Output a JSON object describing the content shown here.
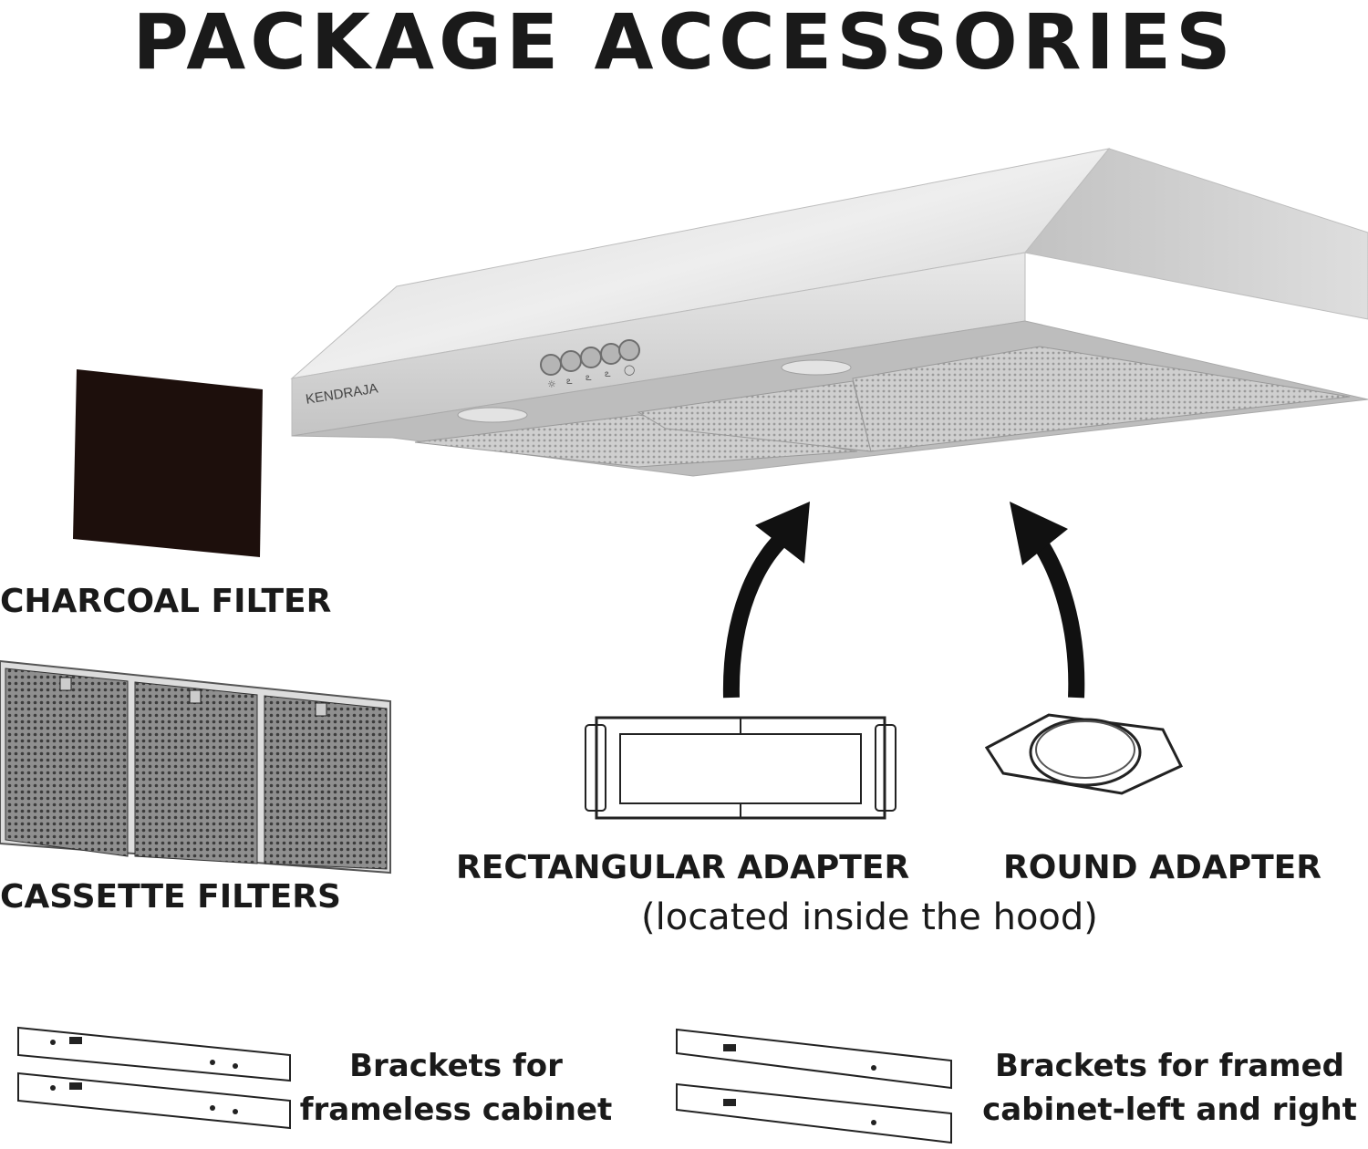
{
  "header": {
    "title": "PACKAGE ACCESSORIES"
  },
  "hood": {
    "brand": "KENDRAJA"
  },
  "accessories": {
    "charcoal_filter": "CHARCOAL FILTER",
    "cassette_filters": "CASSETTE FILTERS",
    "rectangular_adapter": "RECTANGULAR ADAPTER",
    "round_adapter": "ROUND ADAPTER",
    "adapter_note": "(located inside the hood)",
    "frameless_brackets_line1": "Brackets for",
    "frameless_brackets_line2": "frameless cabinet",
    "framed_brackets_line1": "Brackets for framed",
    "framed_brackets_line2": "cabinet-left and right"
  }
}
